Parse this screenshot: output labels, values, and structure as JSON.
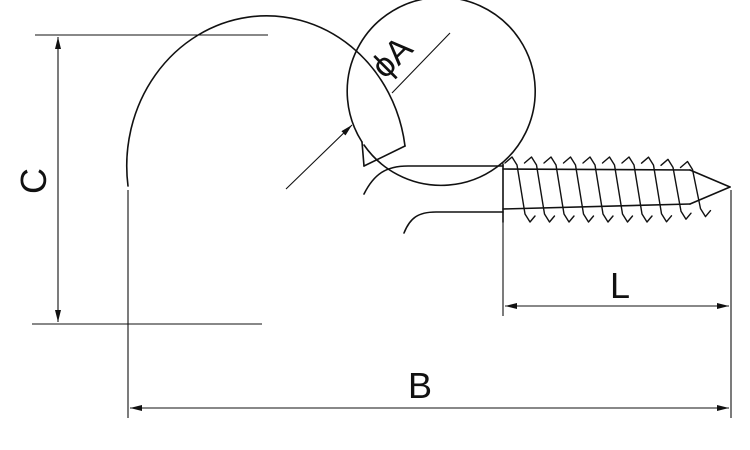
{
  "labels": {
    "diameter_symbol": "ϕ",
    "diameter": "A",
    "height": "C",
    "thread_length": "L",
    "total_length": "B"
  },
  "colors": {
    "line": "#111111",
    "background": "#ffffff"
  }
}
